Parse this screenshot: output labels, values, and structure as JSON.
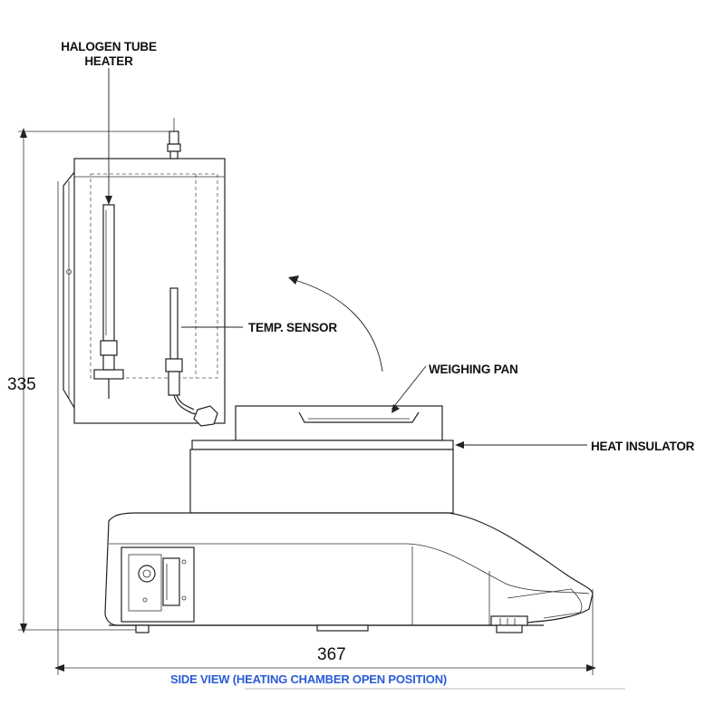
{
  "labels": {
    "halogen_tube_heater_line1": "HALOGEN TUBE",
    "halogen_tube_heater_line2": "HEATER",
    "temp_sensor": "TEMP. SENSOR",
    "weighing_pan": "WEIGHING PAN",
    "heat_insulator": "HEAT INSULATOR"
  },
  "dimensions": {
    "height": "335",
    "width": "367"
  },
  "caption": "SIDE VIEW (HEATING CHAMBER  OPEN POSITION)",
  "colors": {
    "line": "#222222",
    "caption": "#2a5bd7"
  }
}
